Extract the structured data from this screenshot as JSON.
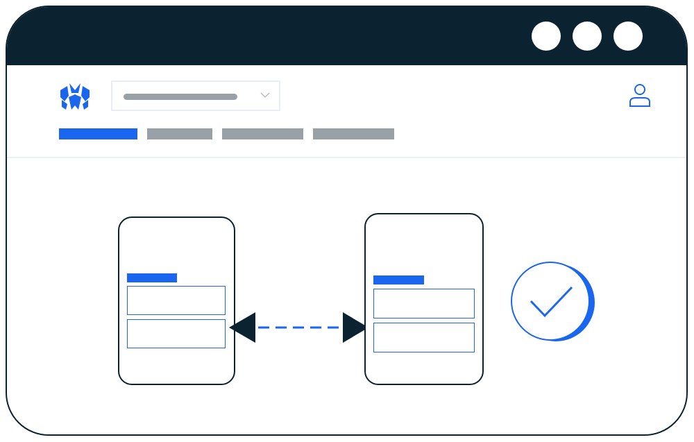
{
  "window": {
    "title_bar": {
      "buttons": [
        "window-button",
        "window-button",
        "window-button"
      ]
    }
  },
  "header": {
    "logo_icon": "brand-logo-icon",
    "select": {
      "value": "",
      "icon": "chevron-down-icon"
    },
    "user_icon": "user-icon",
    "tabs": [
      {
        "state": "active",
        "color": "#1a66ee"
      },
      {
        "state": "inactive",
        "color": "#9aa1a6"
      },
      {
        "state": "inactive",
        "color": "#9aa1a6"
      },
      {
        "state": "inactive",
        "color": "#9aa1a6"
      }
    ]
  },
  "main": {
    "source_form": {
      "fields": 2
    },
    "target_form": {
      "fields": 2
    },
    "connector_icon": "bidirectional-arrow-icon",
    "status_icon": "check-circle-icon"
  },
  "colors": {
    "titlebar": "#0b2330",
    "accent": "#1a66ee",
    "muted": "#9aa1a6",
    "outline": "#0b2330"
  }
}
